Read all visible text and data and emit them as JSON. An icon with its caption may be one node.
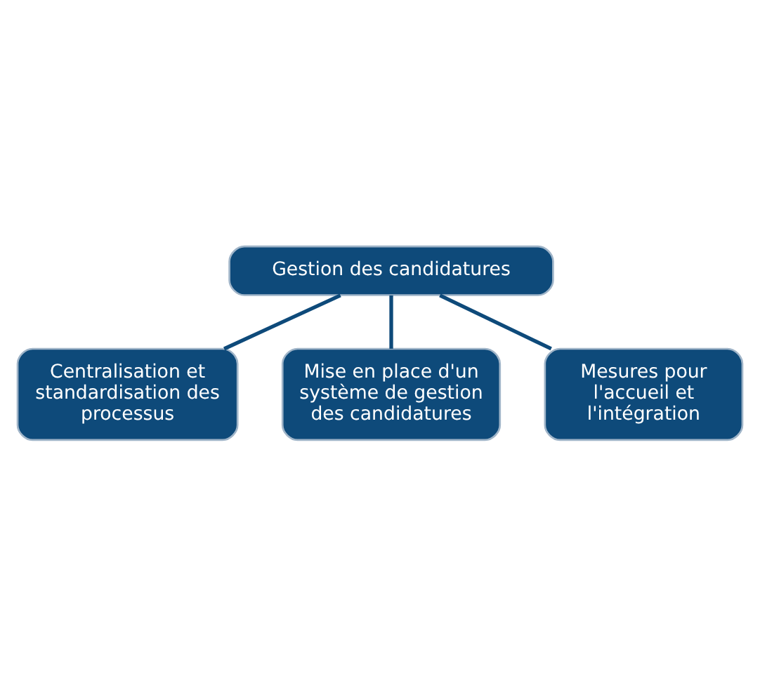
{
  "diagram": {
    "nodes": [
      {
        "text": [
          "Gestion des candidatures"
        ]
      },
      {
        "text": [
          "Centralisation et standardisation des processus"
        ]
      },
      {
        "text": [
          "Mesures pour l'accueil et l'intégration"
        ]
      },
      {
        "text": [
          "Mise en place d'un système de gestion des candidatures"
        ]
      }
    ],
    "edges": [
      {
        "from": 0,
        "to": 1,
        "arrow": "none"
      },
      {
        "from": 0,
        "to": 3,
        "arrow": "none"
      },
      {
        "from": 0,
        "to": 2,
        "arrow": "none"
      }
    ]
  }
}
